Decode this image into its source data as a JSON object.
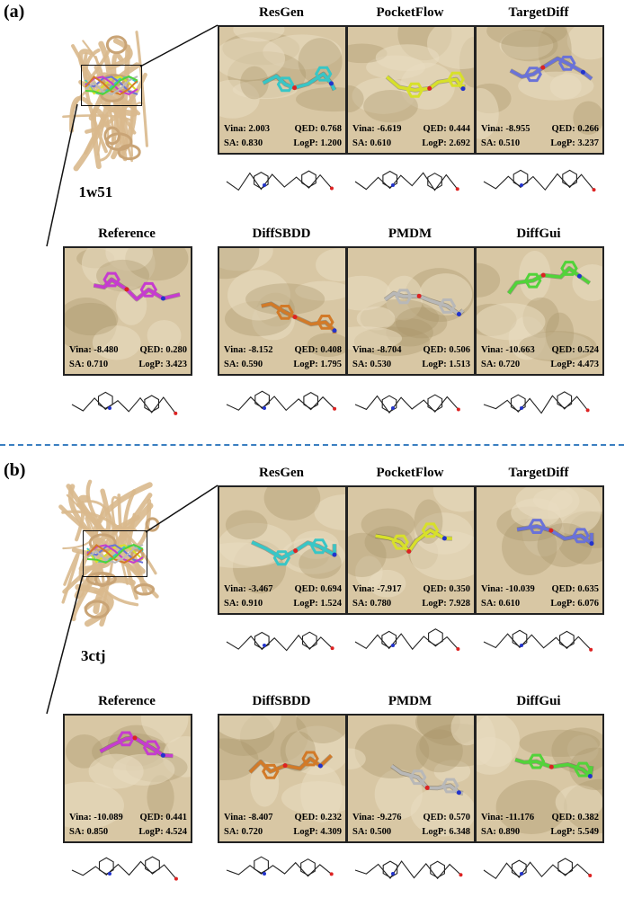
{
  "panels": [
    {
      "label": "(a)",
      "pdb_id": "1w51",
      "methods": [
        {
          "name": "ResGen",
          "vina": "Vina: 2.003",
          "qed": "QED: 0.768",
          "sa": "SA: 0.830",
          "logp": "LogP: 1.200",
          "ligand_color": "#38c6c6"
        },
        {
          "name": "PocketFlow",
          "vina": "Vina: -6.619",
          "qed": "QED: 0.444",
          "sa": "SA: 0.610",
          "logp": "LogP: 2.692",
          "ligand_color": "#d7e02a"
        },
        {
          "name": "TargetDiff",
          "vina": "Vina: -8.955",
          "qed": "QED: 0.266",
          "sa": "SA: 0.510",
          "logp": "LogP: 3.237",
          "ligand_color": "#6a72d8"
        },
        {
          "name": "Reference",
          "vina": "Vina: -8.480",
          "qed": "QED: 0.280",
          "sa": "SA: 0.710",
          "logp": "LogP: 3.423",
          "ligand_color": "#c63ccf"
        },
        {
          "name": "DiffSBDD",
          "vina": "Vina: -8.152",
          "qed": "QED: 0.408",
          "sa": "SA: 0.590",
          "logp": "LogP: 1.795",
          "ligand_color": "#d27a28"
        },
        {
          "name": "PMDM",
          "vina": "Vina: -8.704",
          "qed": "QED: 0.506",
          "sa": "SA: 0.530",
          "logp": "LogP: 1.513",
          "ligand_color": "#b8b8b8"
        },
        {
          "name": "DiffGui",
          "vina": "Vina: -10.663",
          "qed": "QED: 0.524",
          "sa": "SA: 0.720",
          "logp": "LogP: 4.473",
          "ligand_color": "#52d33a"
        }
      ]
    },
    {
      "label": "(b)",
      "pdb_id": "3ctj",
      "methods": [
        {
          "name": "ResGen",
          "vina": "Vina: -3.467",
          "qed": "QED: 0.694",
          "sa": "SA: 0.910",
          "logp": "LogP: 1.524",
          "ligand_color": "#38c6c6"
        },
        {
          "name": "PocketFlow",
          "vina": "Vina: -7.917",
          "qed": "QED: 0.350",
          "sa": "SA: 0.780",
          "logp": "LogP: 7.928",
          "ligand_color": "#d7e02a"
        },
        {
          "name": "TargetDiff",
          "vina": "Vina: -10.039",
          "qed": "QED: 0.635",
          "sa": "SA: 0.610",
          "logp": "LogP: 6.076",
          "ligand_color": "#6a72d8"
        },
        {
          "name": "Reference",
          "vina": "Vina: -10.089",
          "qed": "QED: 0.441",
          "sa": "SA: 0.850",
          "logp": "LogP: 4.524",
          "ligand_color": "#c63ccf"
        },
        {
          "name": "DiffSBDD",
          "vina": "Vina: -8.407",
          "qed": "QED: 0.232",
          "sa": "SA: 0.720",
          "logp": "LogP: 4.309",
          "ligand_color": "#d27a28"
        },
        {
          "name": "PMDM",
          "vina": "Vina: -9.276",
          "qed": "QED: 0.570",
          "sa": "SA: 0.500",
          "logp": "LogP: 6.348",
          "ligand_color": "#b8b8b8"
        },
        {
          "name": "DiffGui",
          "vina": "Vina: -11.176",
          "qed": "QED: 0.382",
          "sa": "SA: 0.890",
          "logp": "LogP: 5.549",
          "ligand_color": "#52d33a"
        }
      ]
    }
  ],
  "colors": {
    "surface": "#d8c7a4",
    "surface_shadow": "#a9946b",
    "protein": "#d9b98d",
    "divider": "#3a7fc1"
  }
}
